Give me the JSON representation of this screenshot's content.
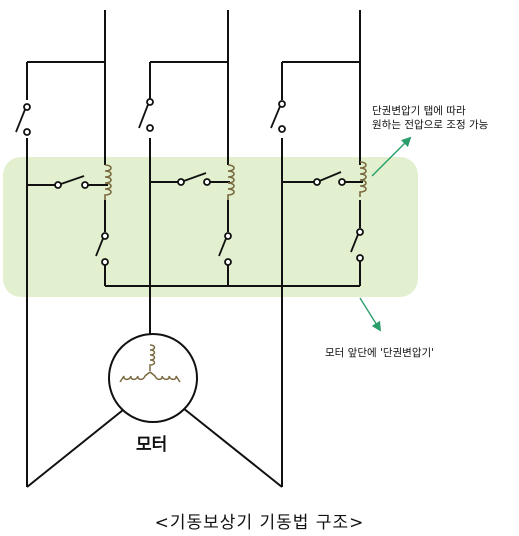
{
  "annotations": {
    "tap_line1": "단권변압기 탭에 따라",
    "tap_line2": "원하는 전압으로 조정 가능",
    "transformer_note": "모터 앞단에 '단권변압기'"
  },
  "motor": {
    "label": "모터"
  },
  "caption": "<기동보상기 기동법 구조>",
  "colors": {
    "line": "#111111",
    "highlight_fill": "#e2f0cf",
    "coil": "#7a6a40",
    "arrow": "#2a9d6a"
  }
}
